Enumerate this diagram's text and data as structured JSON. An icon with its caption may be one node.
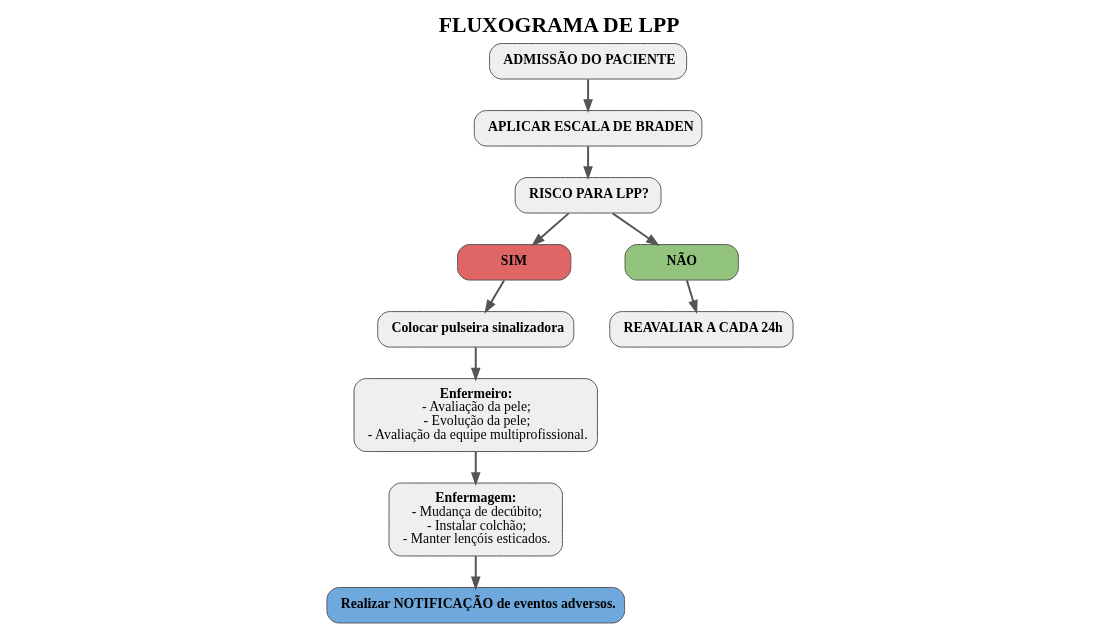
{
  "diagram": {
    "title": "FLUXOGRAMA DE LPP",
    "nodes": [
      {
        "text": [
          "ADMISSÃO DO PACIENTE"
        ]
      },
      {
        "text": [
          "APLICAR ESCALA DE BRADEN"
        ]
      },
      {
        "text": [
          "RISCO PARA LPP?"
        ]
      },
      {
        "text": [
          "SIM"
        ]
      },
      {
        "text": [
          "Colocar pulseira sinalizadora"
        ]
      },
      {
        "text": [
          "Enfermeiro:",
          "- Avaliação da pele;",
          "- Evolução da pele;",
          "- Avaliação da equipe multiprofissional."
        ]
      },
      {
        "text": [
          "Enfermagem:",
          "- Mudança de decúbito;",
          "- Instalar colchão;",
          "- Manter lençóis esticados."
        ]
      },
      {
        "text": [
          "Realizar NOTIFICAÇÃO de eventos adversos."
        ]
      },
      {
        "text": [
          "NÃO"
        ]
      },
      {
        "text": [
          "REAVALIAR A CADA 24h"
        ]
      }
    ],
    "edges": [
      {
        "from": 0,
        "to": 1,
        "arrow": "to"
      },
      {
        "from": 1,
        "to": 2,
        "arrow": "to"
      },
      {
        "from": 2,
        "to": 3,
        "arrow": "to"
      },
      {
        "from": 3,
        "to": 4,
        "arrow": "to"
      },
      {
        "from": 4,
        "to": 5,
        "arrow": "to"
      },
      {
        "from": 5,
        "to": 6,
        "arrow": "to"
      },
      {
        "from": 6,
        "to": 7,
        "arrow": "to"
      },
      {
        "from": 2,
        "to": 8,
        "arrow": "to"
      },
      {
        "from": 8,
        "to": 9,
        "arrow": "to"
      }
    ]
  }
}
